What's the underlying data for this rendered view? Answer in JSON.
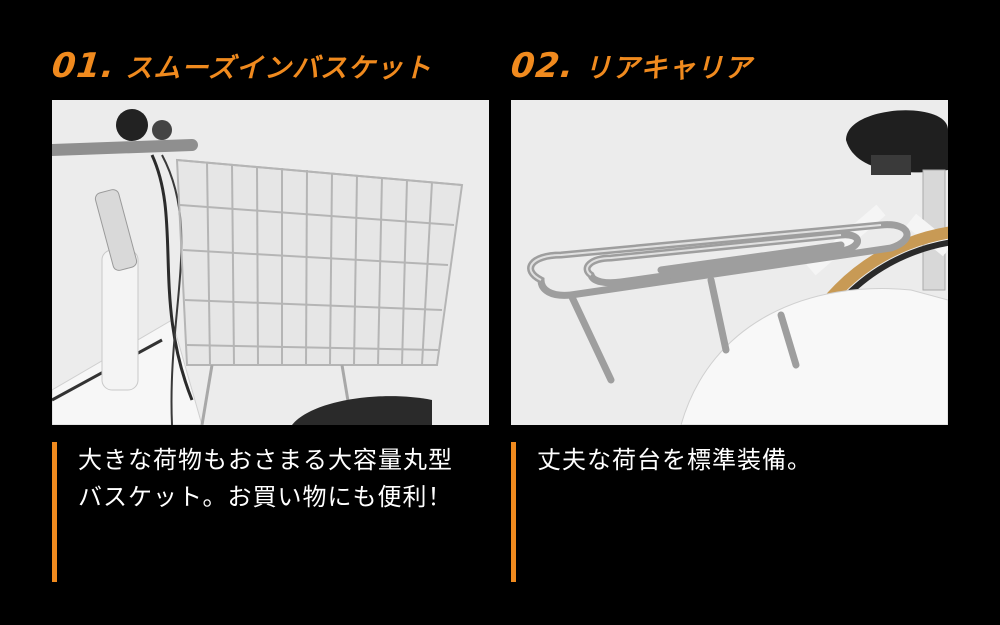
{
  "features": [
    {
      "number": "01.",
      "title": "スムーズインバスケット",
      "description_lines": [
        "大きな荷物もおさまる大容量丸型",
        "バスケット。お買い物にも便利！"
      ]
    },
    {
      "number": "02.",
      "title": "リアキャリア",
      "description_lines": [
        "丈夫な荷台を標準装備。"
      ]
    }
  ],
  "colors": {
    "accent": "#f08a1e",
    "background": "#000000",
    "text": "#ffffff"
  }
}
